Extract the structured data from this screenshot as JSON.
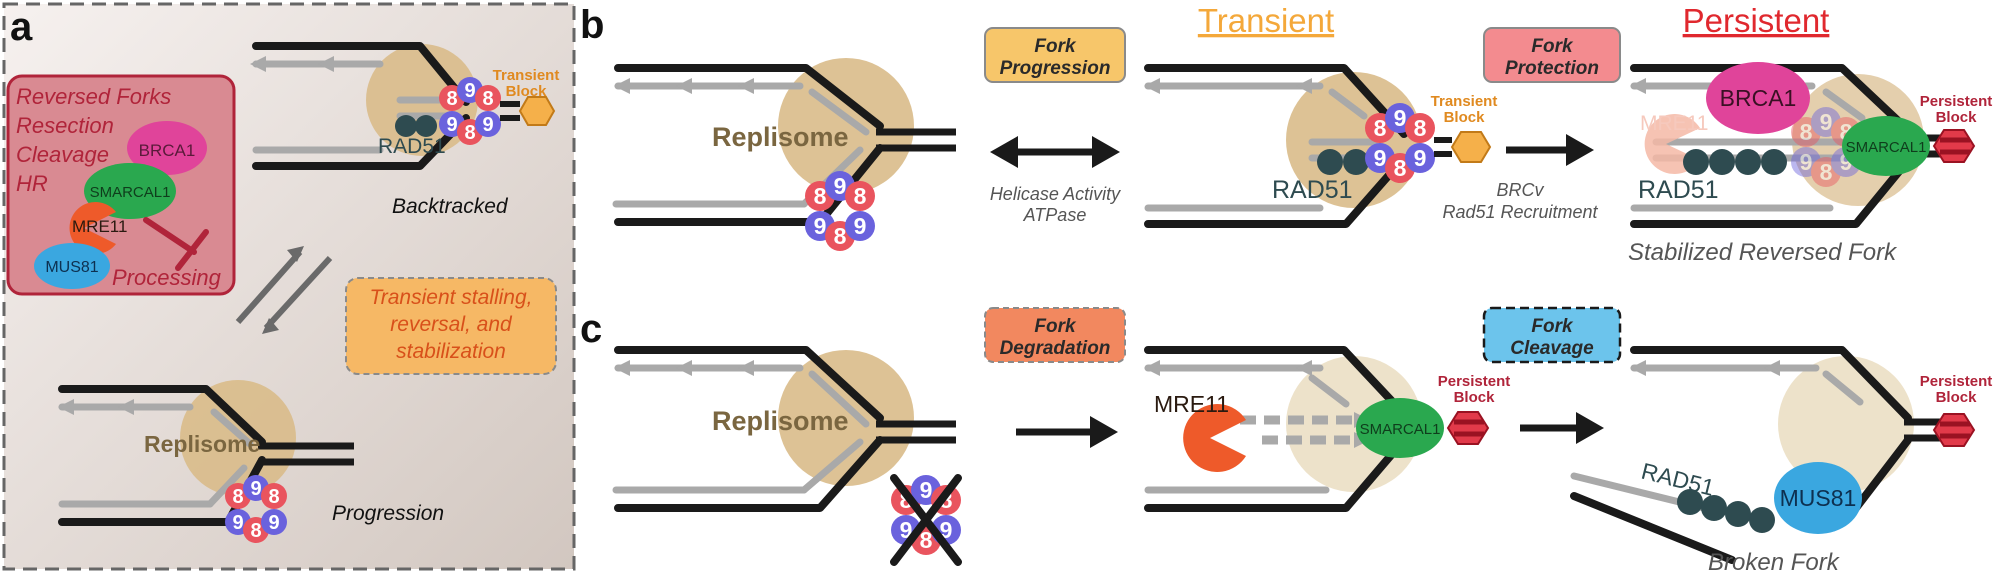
{
  "panels": {
    "a": "a",
    "b": "b",
    "c": "c"
  },
  "colors": {
    "dna": "#1a1a1a",
    "nascent": "#a9a9a9",
    "replisome_halo": "#d9bb8a",
    "replisome_text": "#7a6640",
    "mcm_red": "#e9545e",
    "mcm_blue": "#6a62dd",
    "rad51": "#2e4b50",
    "smarcal1": "#2aa84f",
    "brca1": "#e0449a",
    "mre11": "#ee5a2a",
    "mus81": "#3aa7e0",
    "transient_block": "#f5b04a",
    "persistent_block": "#e23a4a",
    "transient_title": "#f4a83a",
    "persistent_title": "#e0282e",
    "inset_bg": "#d98a92",
    "fork_progression_tag": "#f7c66a",
    "fork_protection_tag": "#f38b8f",
    "fork_degradation_tag": "#f2885f",
    "fork_cleavage_tag": "#6cc4ec",
    "transient_stall_box": "#f6b865"
  },
  "mcm_digits": {
    "eight": "8",
    "nine": "9"
  },
  "panel_a": {
    "inset_lines": [
      "Reversed Forks",
      "Resection",
      "Cleavage",
      "HR"
    ],
    "inset_processing": "Processing",
    "brca1": "BRCA1",
    "smarcal1": "SMARCAL1",
    "mre11": "MRE11",
    "mus81": "MUS81",
    "transient_block": [
      "Transient",
      "Block"
    ],
    "rad51": "RAD51",
    "backtracked": "Backtracked",
    "replisome": "Replisome",
    "progression": "Progression",
    "stall_box": [
      "Transient stalling,",
      "reversal, and",
      "stabilization"
    ]
  },
  "panel_b": {
    "replisome": "Replisome",
    "fork_progression": [
      "Fork",
      "Progression"
    ],
    "helicase": [
      "Helicase Activity",
      "ATPase"
    ],
    "transient_title": "Transient",
    "transient_block": [
      "Transient",
      "Block"
    ],
    "rad51": "RAD51",
    "fork_protection": [
      "Fork",
      "Protection"
    ],
    "brcv": [
      "BRCv",
      "Rad51 Recruitment"
    ],
    "persistent_title": "Persistent",
    "brca1": "BRCA1",
    "mre11": "MRE11",
    "smarcal1": "SMARCAL1",
    "persistent_block": [
      "Persistent",
      "Block"
    ],
    "rad51_right": "RAD51",
    "stabilized": "Stabilized Reversed Fork"
  },
  "panel_c": {
    "replisome": "Replisome",
    "fork_degradation": [
      "Fork",
      "Degradation"
    ],
    "mre11": "MRE11",
    "smarcal1": "SMARCAL1",
    "persistent_block": [
      "Persistent",
      "Block"
    ],
    "fork_cleavage": [
      "Fork",
      "Cleavage"
    ],
    "rad51": "RAD51",
    "mus81": "MUS81",
    "persistent_block_right": [
      "Persistent",
      "Block"
    ],
    "broken_fork": "Broken Fork"
  }
}
